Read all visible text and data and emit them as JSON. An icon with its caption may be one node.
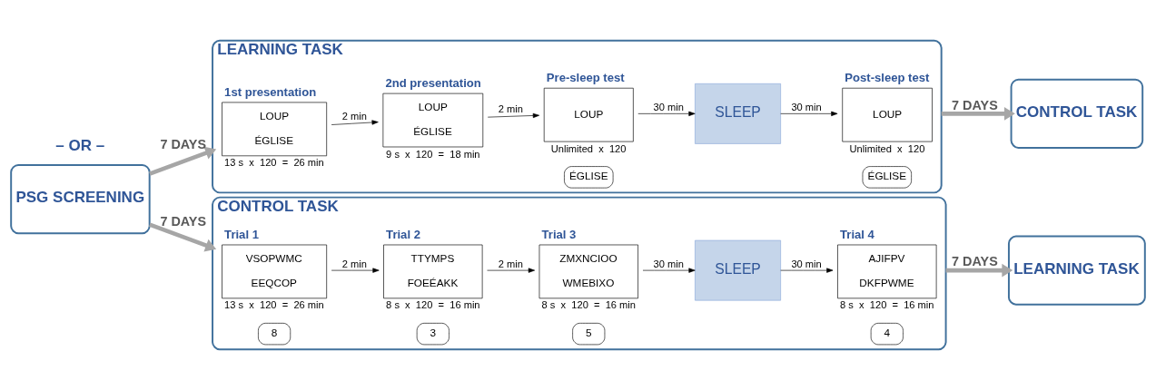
{
  "diagram": {
    "nodes": [
      {
        "text": [
          "PSG SCREENING"
        ]
      },
      {
        "text": [
          "LEARNING TASK"
        ]
      },
      {
        "text": [
          "1st presentation",
          "LOUP",
          "ÉGLISE"
        ],
        "in": 1,
        "beside": [
          "13 s  x  120  =  26 min"
        ]
      },
      {
        "text": [
          "2nd presentation",
          "LOUP",
          "ÉGLISE"
        ],
        "in": 1,
        "beside": [
          "9 s  x  120  =  18 min"
        ]
      },
      {
        "text": [
          "Pre-sleep test",
          "LOUP"
        ],
        "in": 1,
        "beside": [
          "Unlimited  x  120"
        ]
      },
      {
        "text": [
          "ÉGLISE"
        ],
        "in": 1
      },
      {
        "text": [
          "SLEEP"
        ],
        "in": 1
      },
      {
        "text": [
          "Post-sleep test",
          "LOUP"
        ],
        "in": 1,
        "beside": [
          "Unlimited  x  120"
        ]
      },
      {
        "text": [
          "ÉGLISE"
        ],
        "in": 1
      },
      {
        "text": [
          "CONTROL TASK"
        ]
      },
      {
        "text": [
          "CONTROL TASK"
        ]
      },
      {
        "text": [
          "Trial 1",
          "VSOPWMC",
          "EEQCOP"
        ],
        "in": 10,
        "beside": [
          "13 s  x  120  =  26 min"
        ]
      },
      {
        "text": [
          "8"
        ],
        "in": 10
      },
      {
        "text": [
          "Trial 2",
          "TTYMPS",
          "FOEÉAKK"
        ],
        "in": 10,
        "beside": [
          "8 s  x  120  =  16 min"
        ]
      },
      {
        "text": [
          "3"
        ],
        "in": 10
      },
      {
        "text": [
          "Trial 3",
          "ZMXNCIOO",
          "WMEBIXO"
        ],
        "in": 10,
        "beside": [
          "8 s  x  120  =  16 min"
        ]
      },
      {
        "text": [
          "5"
        ],
        "in": 10
      },
      {
        "text": [
          "SLEEP"
        ],
        "in": 10
      },
      {
        "text": [
          "Trial 4",
          "AJIFPV",
          "DKFPWME"
        ],
        "in": 10,
        "beside": [
          "8 s  x  120  =  16 min"
        ]
      },
      {
        "text": [
          "4"
        ],
        "in": 10
      },
      {
        "text": [
          "LEARNING TASK"
        ]
      }
    ],
    "edges": [
      {
        "from": 0,
        "to": 1,
        "arrow": "to",
        "label": "7 DAYS",
        "style": "thick",
        "color": "#a6a6a6"
      },
      {
        "from": 2,
        "to": 3,
        "arrow": "to",
        "label": "2 min"
      },
      {
        "from": 3,
        "to": 4,
        "arrow": "to",
        "label": "2 min"
      },
      {
        "from": 4,
        "to": 6,
        "arrow": "to",
        "label": "30 min"
      },
      {
        "from": 6,
        "to": 7,
        "arrow": "to",
        "label": "30 min"
      },
      {
        "from": 1,
        "to": 9,
        "arrow": "to",
        "label": "7 DAYS",
        "style": "thick",
        "color": "#a6a6a6"
      },
      {
        "from": 0,
        "to": 10,
        "arrow": "to",
        "label": "7 DAYS",
        "style": "thick",
        "color": "#a6a6a6"
      },
      {
        "from": 11,
        "to": 13,
        "arrow": "to",
        "label": "2 min"
      },
      {
        "from": 13,
        "to": 15,
        "arrow": "to",
        "label": "2 min"
      },
      {
        "from": 15,
        "to": 17,
        "arrow": "to",
        "label": "30 min"
      },
      {
        "from": 17,
        "to": 18,
        "arrow": "to",
        "label": "30 min"
      },
      {
        "from": 10,
        "to": 20,
        "arrow": "to",
        "label": "7 DAYS",
        "style": "thick",
        "color": "#a6a6a6"
      }
    ],
    "labels": [
      "– OR –"
    ]
  }
}
